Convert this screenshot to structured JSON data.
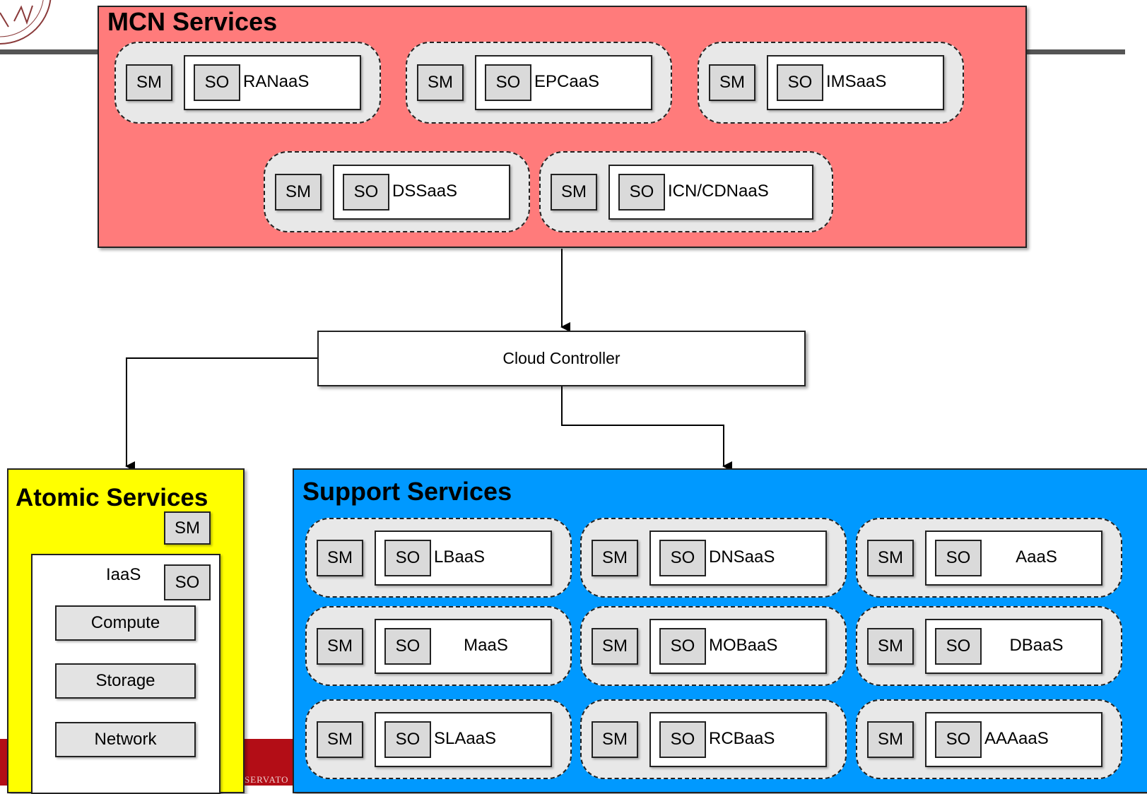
{
  "mcn": {
    "title": "MCN Services",
    "services": [
      {
        "sm": "SM",
        "so": "SO",
        "name": "RANaaS"
      },
      {
        "sm": "SM",
        "so": "SO",
        "name": "EPCaaS"
      },
      {
        "sm": "SM",
        "so": "SO",
        "name": "IMSaaS"
      },
      {
        "sm": "SM",
        "so": "SO",
        "name": "DSSaaS"
      },
      {
        "sm": "SM",
        "so": "SO",
        "name": "ICN/CDNaaS"
      }
    ]
  },
  "controller": {
    "label": "Cloud Controller"
  },
  "atomic": {
    "title": "Atomic Services",
    "sm": "SM",
    "iaas": {
      "label": "IaaS",
      "so": "SO",
      "components": [
        "Compute",
        "Storage",
        "Network"
      ]
    }
  },
  "support": {
    "title": "Support Services",
    "services": [
      {
        "sm": "SM",
        "so": "SO",
        "name": "LBaaS"
      },
      {
        "sm": "SM",
        "so": "SO",
        "name": "DNSaaS"
      },
      {
        "sm": "SM",
        "so": "SO",
        "name": "AaaS"
      },
      {
        "sm": "SM",
        "so": "SO",
        "name": "MaaS"
      },
      {
        "sm": "SM",
        "so": "SO",
        "name": "MOBaaS"
      },
      {
        "sm": "SM",
        "so": "SO",
        "name": "DBaaS"
      },
      {
        "sm": "SM",
        "so": "SO",
        "name": "SLAaaS"
      },
      {
        "sm": "SM",
        "so": "SO",
        "name": "RCBaaS"
      },
      {
        "sm": "SM",
        "so": "SO",
        "name": "AAAaaS"
      }
    ]
  },
  "footer": {
    "text": "SERVATO"
  },
  "colors": {
    "mcn_bg": "#ff7b7b",
    "atomic_bg": "#ffff00",
    "support_bg": "#0099ff",
    "banner_red": "#b30d16",
    "header_line": "#555555"
  }
}
